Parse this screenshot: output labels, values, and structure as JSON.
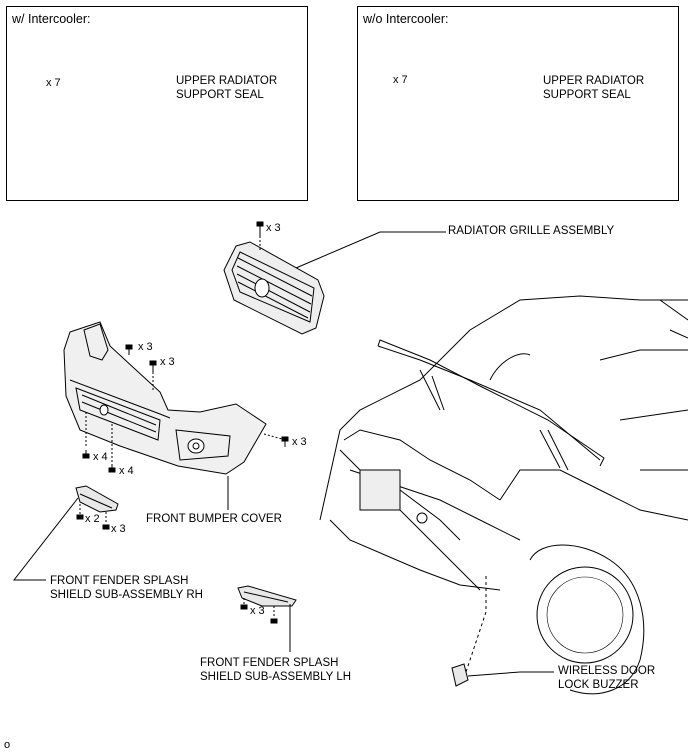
{
  "panels": {
    "left_title": "w/ Intercooler:",
    "right_title": "w/o Intercooler:"
  },
  "labels": {
    "upper_seal_left_1": "UPPER RADIATOR",
    "upper_seal_left_2": "SUPPORT SEAL",
    "upper_seal_right_1": "UPPER RADIATOR",
    "upper_seal_right_2": "SUPPORT SEAL",
    "grille": "RADIATOR GRILLE ASSEMBLY",
    "bumper": "FRONT BUMPER COVER",
    "rh_1": "FRONT FENDER SPLASH",
    "rh_2": "SHIELD SUB-ASSEMBLY RH",
    "lh_1": "FRONT FENDER SPLASH",
    "lh_2": "SHIELD SUB-ASSEMBLY LH",
    "buzzer_1": "WIRELESS DOOR",
    "buzzer_2": "LOCK BUZZER"
  },
  "quantities": {
    "seal_left": "x 7",
    "seal_right": "x 7",
    "grille": "x 3",
    "bumper_top_a": "x 3",
    "bumper_top_b": "x 3",
    "bumper_side": "x 3",
    "bumper_bottom_a": "x 4",
    "bumper_bottom_b": "x 4",
    "rh_a": "x 2",
    "rh_b": "x 3",
    "lh": "x 3"
  },
  "footer": "o"
}
